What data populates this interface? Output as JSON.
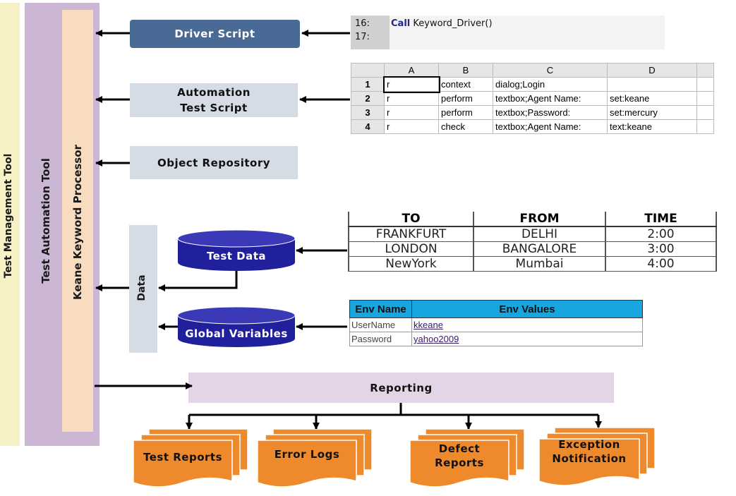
{
  "left_bars": {
    "test_management_tool": "Test Management Tool",
    "test_automation_tool": "Test Automation Tool",
    "keyword_processor": "Keane Keyword Processor",
    "data": "Data"
  },
  "boxes": {
    "driver_script": "Driver Script",
    "automation_test_script_line1": "Automation",
    "automation_test_script_line2": "Test Script",
    "object_repository": "Object Repository",
    "test_data": "Test Data",
    "global_variables": "Global Variables",
    "reporting": "Reporting"
  },
  "code_snippet": {
    "line1_num": "16:",
    "line2_num": "17:",
    "keyword": "Call",
    "call": "Keyword_Driver()"
  },
  "keyword_sheet": {
    "columns": [
      "A",
      "B",
      "C",
      "D"
    ],
    "rows": [
      {
        "num": "1",
        "a": "r",
        "b": "context",
        "c": "dialog;Login",
        "d": ""
      },
      {
        "num": "2",
        "a": "r",
        "b": "perform",
        "c": "textbox;Agent Name:",
        "d": "set:keane"
      },
      {
        "num": "3",
        "a": "r",
        "b": "perform",
        "c": "textbox;Password:",
        "d": "set:mercury"
      },
      {
        "num": "4",
        "a": "r",
        "b": "check",
        "c": "textbox;Agent Name:",
        "d": "text:keane"
      }
    ]
  },
  "flight_table": {
    "headers": [
      "TO",
      "FROM",
      "TIME"
    ],
    "rows": [
      [
        "FRANKFURT",
        "DELHI",
        "2:00"
      ],
      [
        "LONDON",
        "BANGALORE",
        "3:00"
      ],
      [
        "NewYork",
        "Mumbai",
        "4:00"
      ]
    ]
  },
  "env_table": {
    "headers": [
      "Env Name",
      "Env Values"
    ],
    "rows": [
      [
        "UserName",
        "kkeane"
      ],
      [
        "Password",
        "yahoo2009"
      ]
    ]
  },
  "reports": [
    {
      "line1": "Test Reports",
      "line2": ""
    },
    {
      "line1": "Error Logs",
      "line2": ""
    },
    {
      "line1": "Defect",
      "line2": "Reports"
    },
    {
      "line1": "Exception",
      "line2": "Notification"
    }
  ],
  "colors": {
    "driver_box": "#4a6a96",
    "light_box": "#d6dce6",
    "cylinder": "#21209c",
    "reporting_box": "#e4d4e8",
    "report_pages": "#ee8a2b",
    "test_mgmt_band": "#f6f2c6",
    "automation_band": "#cbb7d3",
    "keyword_band": "#f8dcc0",
    "env_header": "#17a6df"
  }
}
